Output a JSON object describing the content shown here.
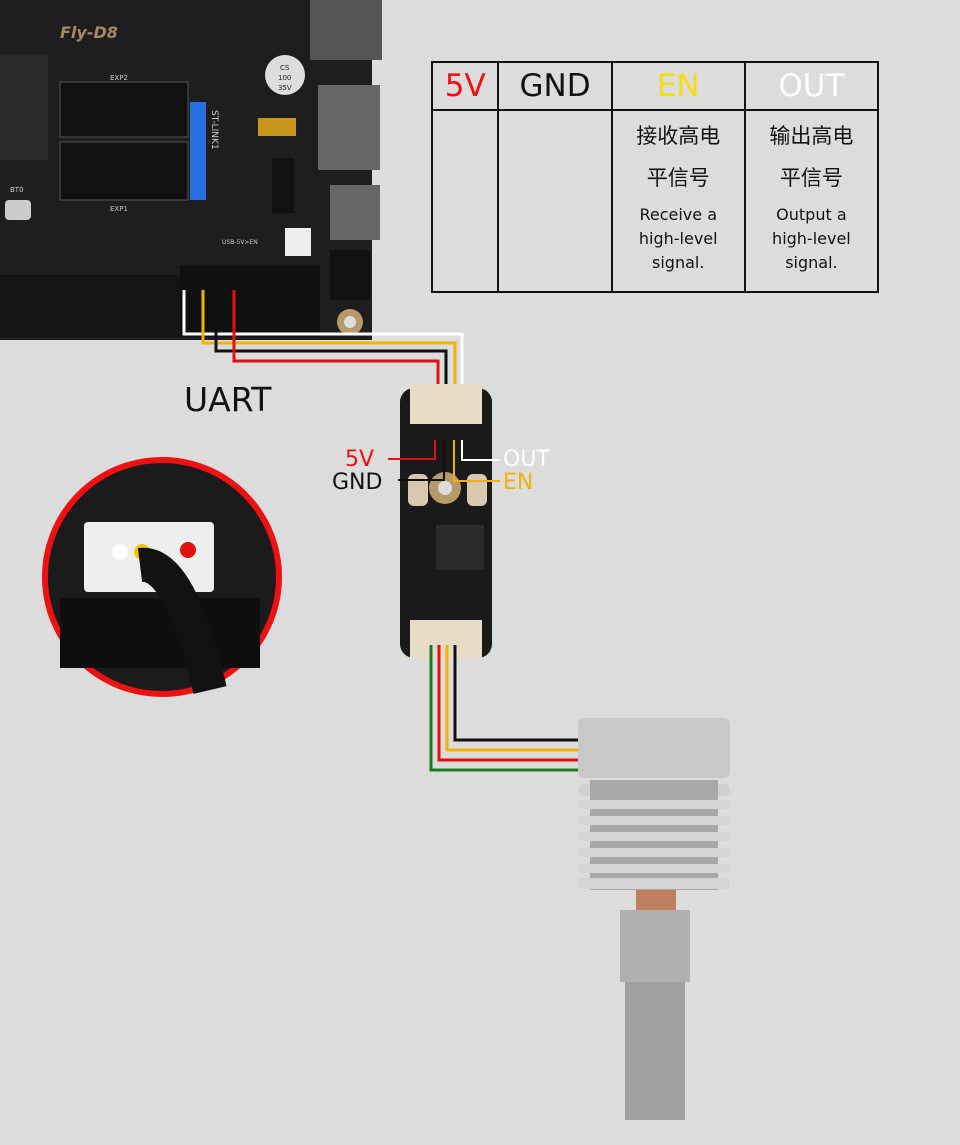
{
  "board": {
    "name": "Fly-D8",
    "labels": [
      "EXP2",
      "EXP1",
      "ST-LINK1",
      "BT0",
      "USB-5V>EN"
    ],
    "capacitor": [
      "CS",
      "100",
      "35V"
    ]
  },
  "uart_label": "UART",
  "pin_table": {
    "headers": [
      {
        "label": "5V",
        "color": "#ee1111"
      },
      {
        "label": "GND",
        "color": "#111111"
      },
      {
        "label": "EN",
        "color": "#f5dc10"
      },
      {
        "label": "OUT",
        "color": "#ffffff"
      }
    ],
    "descriptions": [
      {
        "cn": [],
        "en": []
      },
      {
        "cn": [],
        "en": []
      },
      {
        "cn": [
          "接收高电",
          "平信号"
        ],
        "en": [
          "Receive a",
          "high-level",
          "signal."
        ]
      },
      {
        "cn": [
          "输出高电",
          "平信号"
        ],
        "en": [
          "Output a",
          "high-level",
          "signal."
        ]
      }
    ]
  },
  "module_labels": {
    "v5": {
      "label": "5V",
      "color": "#ee1111"
    },
    "gnd": {
      "label": "GND",
      "color": "#111111"
    },
    "out": {
      "label": "OUT",
      "color": "#ffffff"
    },
    "en": {
      "label": "EN",
      "color": "#f2b300"
    }
  },
  "wire_colors": {
    "red": "#e21010",
    "black": "#111111",
    "yellow": "#f2b300",
    "white": "#ffffff",
    "green": "#1e7a1e"
  },
  "inset_border_color": "#ee1111"
}
